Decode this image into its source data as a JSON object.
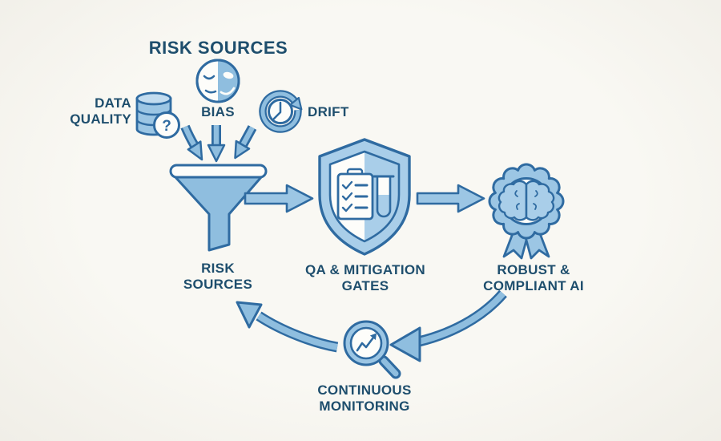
{
  "colors": {
    "background": "#f7f5ef",
    "outline_blue": "#2f6ba1",
    "fill_blue": "#8fbedf",
    "fill_light_blue": "#a9cee9",
    "fill_pale_blue": "#c2dcef",
    "text_dark_slate": "#1e4e6d",
    "white": "#fdfdfa"
  },
  "labels": {
    "heading": "RISK SOURCES",
    "data_quality_line1": "DATA",
    "data_quality_line2": "QUALITY",
    "bias": "BIAS",
    "drift": "DRIFT",
    "funnel_line1": "RISK",
    "funnel_line2": "SOURCES",
    "gates_line1": "QA & MITIGATION",
    "gates_line2": "GATES",
    "outcome_line1": "ROBUST &",
    "outcome_line2": "COMPLIANT AI",
    "monitoring_line1": "CONTINUOUS",
    "monitoring_line2": "MONITORING",
    "question_mark": "?"
  },
  "icons": {
    "data_quality": "database-icon with question-mark-badge",
    "bias": "two-tone-face-icon",
    "drift": "clock-refresh-icon",
    "risk_sources": "funnel-icon",
    "qa_gates": "shield-icon with clipboard-checklist-icon and test-tube-icon",
    "outcome": "award-rosette-icon with brain-icon",
    "monitoring": "magnifier-trend-icon",
    "flow": [
      "down-arrows-into-funnel",
      "arrow-funnel-to-gates",
      "arrow-gates-to-badge",
      "curved-arrow-badge-to-monitoring",
      "curved-arrow-monitoring-to-funnel"
    ]
  }
}
